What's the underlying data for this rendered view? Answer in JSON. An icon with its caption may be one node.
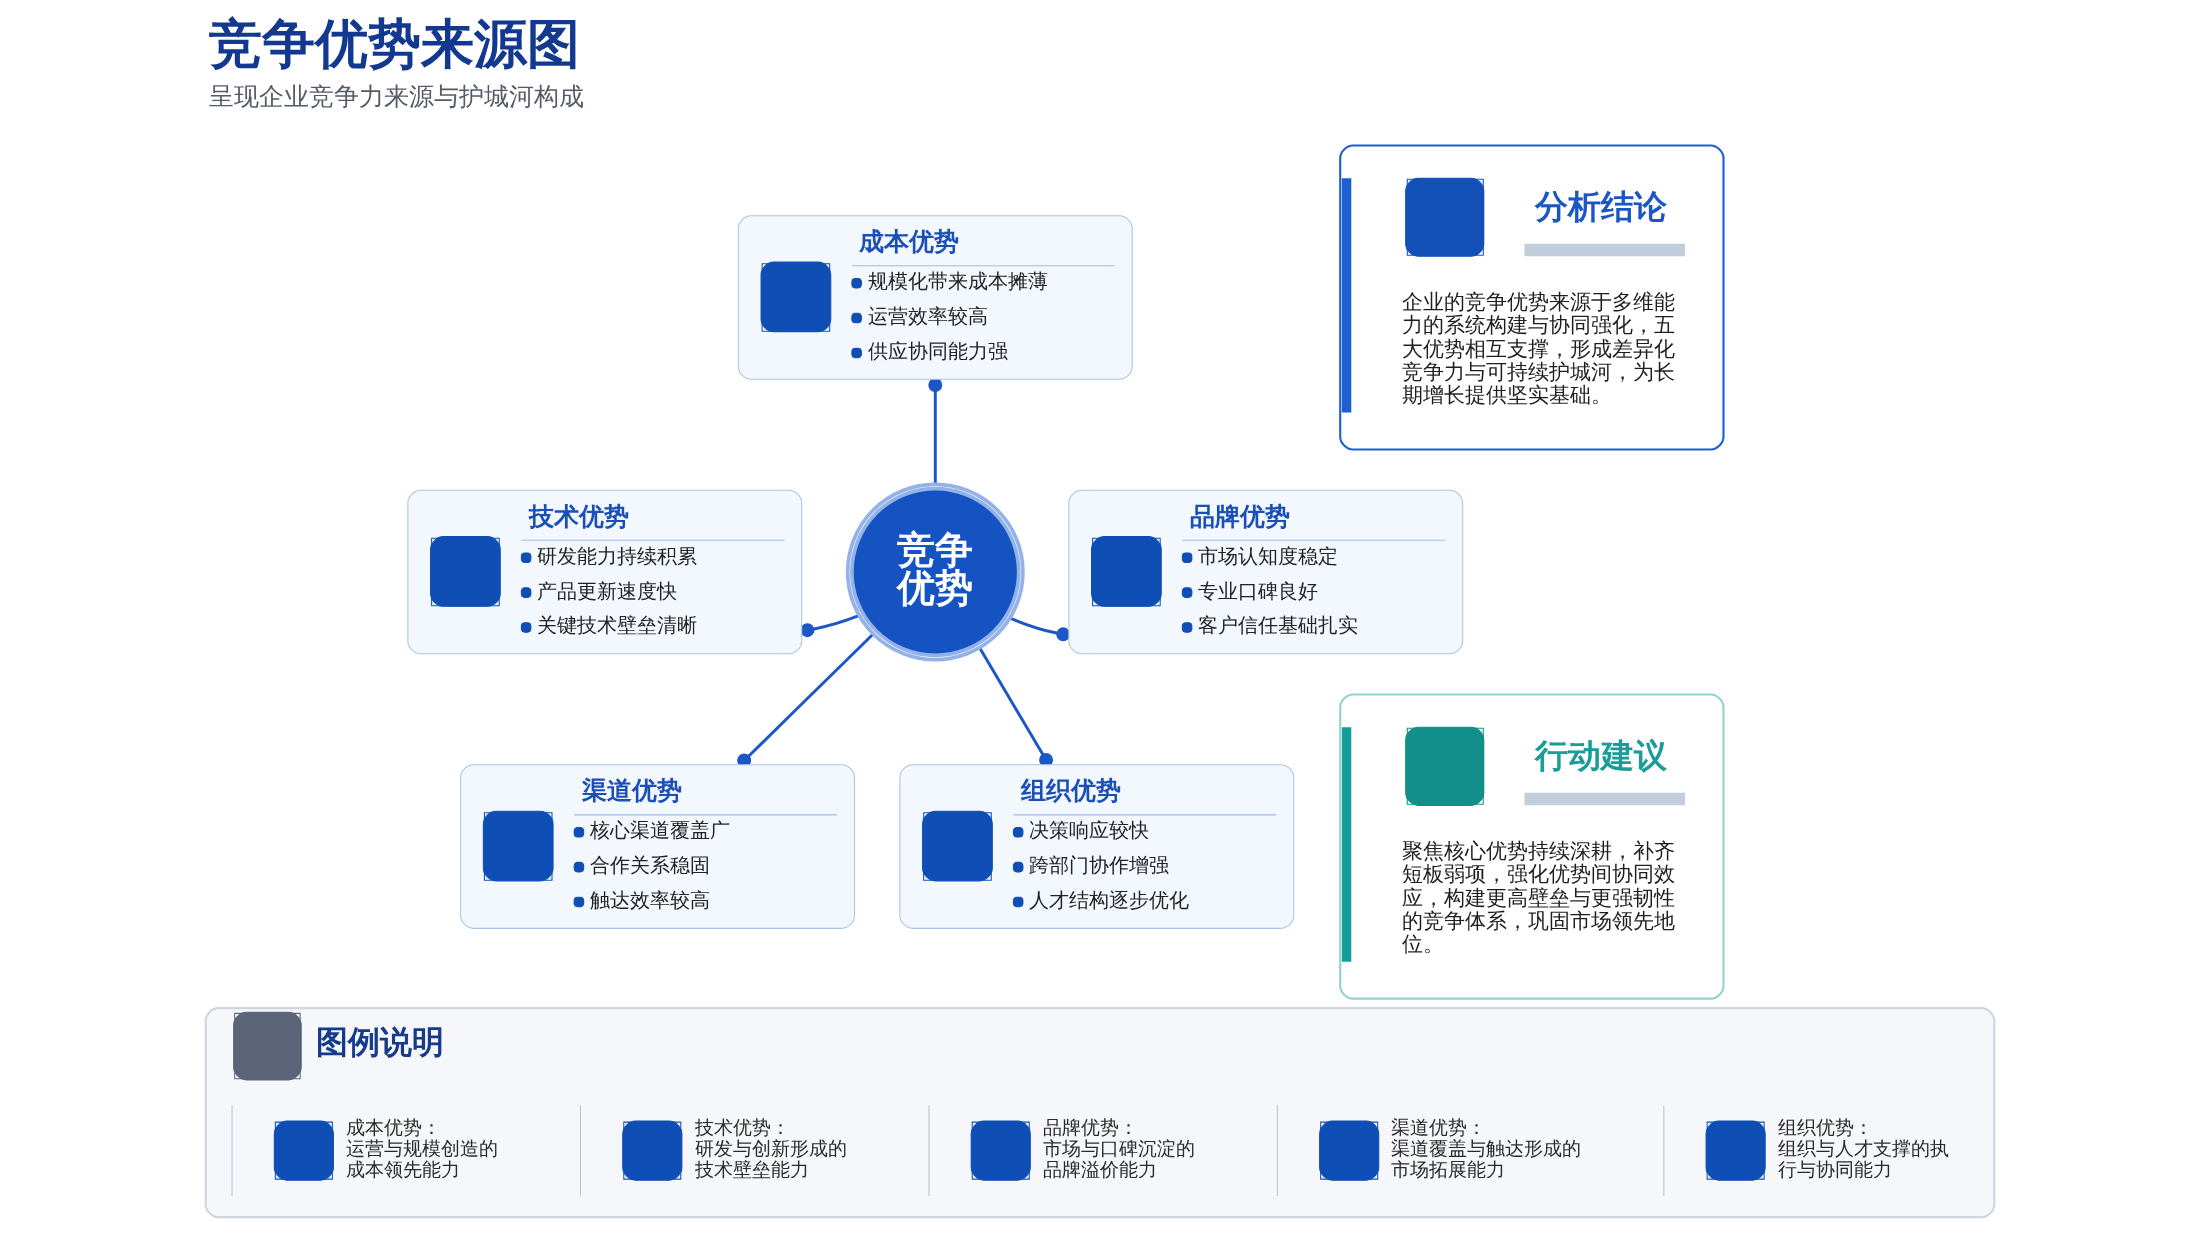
{
  "diagram": {
    "title": "竞争优势来源图",
    "caption": "呈现企业竞争力来源与护城河构成",
    "nodes": [
      {
        "text": [
          "成本优势",
          "规模化带来成本摊薄",
          "运营效率较高",
          "供应协同能力强"
        ]
      },
      {
        "text": [
          "技术优势",
          "研发能力持续积累",
          "产品更新速度快",
          "关键技术壁垒清晰"
        ]
      },
      {
        "text": [
          "竞争优势"
        ]
      },
      {
        "text": [
          "品牌优势",
          "市场认知度稳定",
          "专业口碑良好",
          "客户信任基础扎实"
        ]
      },
      {
        "text": [
          "渠道优势",
          "核心渠道覆盖广",
          "合作关系稳固",
          "触达效率较高"
        ]
      },
      {
        "text": [
          "组织优势",
          "决策响应较快",
          "跨部门协作增强",
          "人才结构逐步优化"
        ]
      },
      {
        "text": [
          "分析结论",
          "企业的竞争优势来源于多维能力的系统构建与协同强化，五大优势相互支撑，形成差异化竞争力与可持续护城河，为长期增长提供坚实基础。"
        ]
      },
      {
        "text": [
          "行动建议",
          "聚焦核心优势持续深耕，补齐短板弱项，强化优势间协同效应，构建更高壁垒与更强韧性的竞争体系，巩固市场领先地位。"
        ]
      },
      {
        "text": [
          "图例说明"
        ]
      }
    ],
    "edges": [
      {
        "from": 0,
        "to": 2,
        "arrow": "other"
      },
      {
        "from": 1,
        "to": 2,
        "arrow": "other"
      },
      {
        "from": 2,
        "to": 3,
        "arrow": "other"
      },
      {
        "from": 2,
        "to": 4,
        "arrow": "other"
      },
      {
        "from": 2,
        "to": 5,
        "arrow": "other"
      }
    ],
    "legend": [
      {
        "text": "成本优势：运营与规模创造的成本领先能力"
      },
      {
        "text": "技术优势：研发与创新形成的技术壁垒能力"
      },
      {
        "text": "品牌优势：市场与口碑沉淀的品牌溢价能力"
      },
      {
        "text": "渠道优势：渠道覆盖与触达形成的市场拓展能力"
      },
      {
        "text": "组织优势：组织与人才支撑的执行与协同能力"
      }
    ]
  }
}
